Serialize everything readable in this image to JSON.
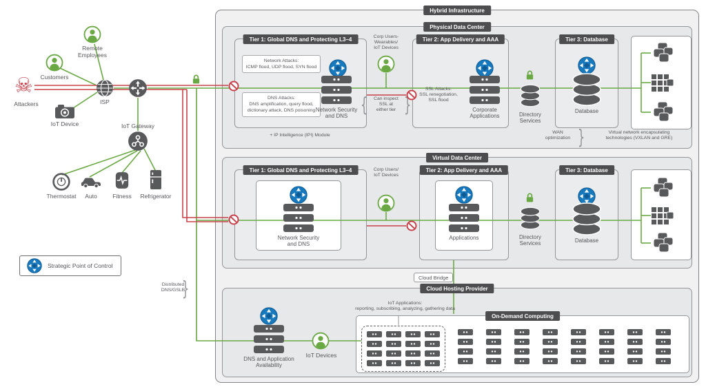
{
  "colors": {
    "green": "#69A843",
    "red": "#C9404A",
    "dark_gray": "#4D4D4F",
    "icon_gray": "#58595B",
    "blue": "#1879BD",
    "panel_gray": "#E7E8E9"
  },
  "icons": {
    "strategic_point_of_control": "blue-compass-circle",
    "attackers": "skull",
    "secure": "padlock",
    "blocked_attack": "no-entry",
    "server_stack": "stacked-servers",
    "database": "disc-stack",
    "user": "person-circle"
  },
  "sections": {
    "hybrid": "Hybrid Infrastructure",
    "physical": "Physical Data Center",
    "virtual": "Virtual Data Center",
    "cloud": "Cloud Hosting Provider",
    "on_demand": "On-Demand Computing"
  },
  "actors": {
    "attackers": "Attackers",
    "customers": "Customers",
    "remote_employees": "Remote\nEmployees",
    "iot_device": "IoT Device",
    "isp": "ISP",
    "iot_gateway": "IoT Gateway",
    "thermostat": "Thermostat",
    "auto": "Auto",
    "fitness": "Fitness",
    "refrigerator": "Refrigerator"
  },
  "legend": {
    "label": "Strategic Point of Control"
  },
  "physical": {
    "tier1_title": "Tier 1: Global DNS and Protecting L3–4",
    "network_attacks": "Network Attacks:\nICMP flood, UDP flood, SYN flood",
    "dns_attacks": "DNS Attacks:\nDNS amplification, query flood,\ndictionary attack, DNS poisoning",
    "tier1_stack": "Network Security\nand DNS",
    "ipi_module": "+ IP Intelligence (IPI) Module",
    "corp_users": "Corp Users-\nWearables/\nIoT Devices",
    "inspect_ssl": "Can inspect\nSSL at\neither tier",
    "tier2_title": "Tier 2: App Delivery and AAA",
    "ssl_attacks": "SSL Attacks:\nSSL renegotiation,\nSSL flood",
    "tier2_stack": "Corporate\nApplications",
    "directory": "Directory\nServices",
    "tier3_title": "Tier 3: Database",
    "database": "Database",
    "wan": "WAN\noptimization",
    "vxlan": "Virtual network encapsulating\ntechnologies (VXLAN and GRE)"
  },
  "virtual": {
    "tier1_title": "Tier 1: Global DNS and Protecting L3–4",
    "corp_users": "Corp Users/\nIoT Devices",
    "tier1_stack": "Network Security\nand DNS",
    "tier2_title": "Tier 2: App Delivery and AAA",
    "tier2_stack": "Applications",
    "directory": "Directory\nServices",
    "tier3_title": "Tier 3: Database",
    "database": "Database"
  },
  "cloud": {
    "bridge": "Cloud Bridge",
    "distributed": "Distributed\nDNS/GSLB",
    "dns_stack": "DNS and Application\nAvailability",
    "iot_devices": "IoT Devices",
    "iot_apps": "IoT Applications:\nreporting, subscribing, analyzing, gathering data",
    "grid": {
      "dashed_cols": 4,
      "main_cols": 8,
      "rows": 4
    }
  }
}
